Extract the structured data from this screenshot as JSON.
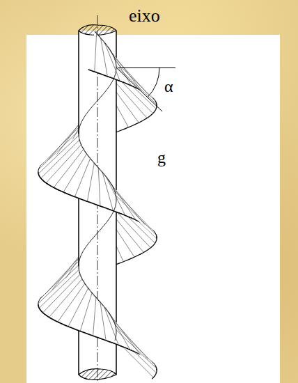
{
  "diagram": {
    "labels": [
      "eixo",
      "α",
      "g"
    ]
  }
}
